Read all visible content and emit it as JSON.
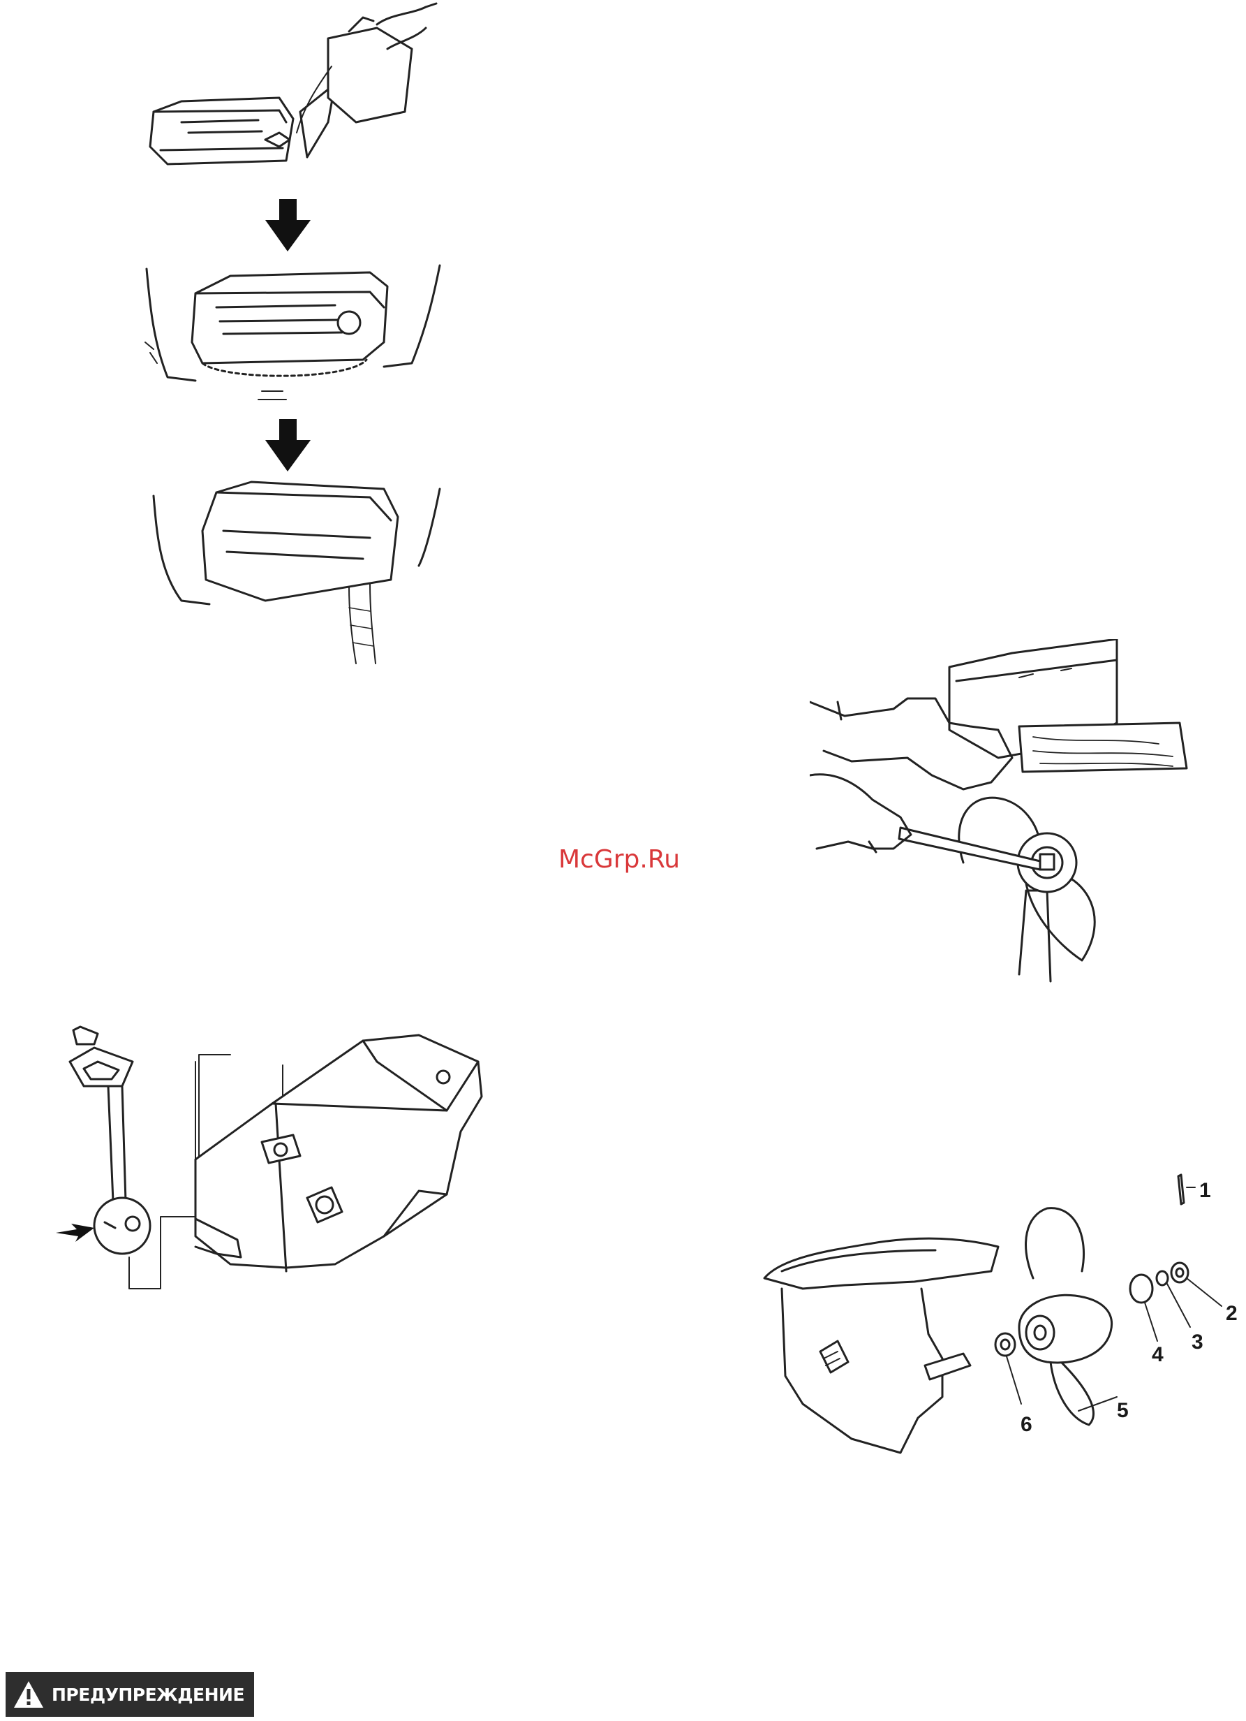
{
  "watermark": {
    "text": "McGrp.Ru"
  },
  "warning": {
    "label": "ПРЕДУПРЕЖДЕНИЕ",
    "icon": "warning-triangle-icon"
  },
  "propeller_callouts": [
    "1",
    "2",
    "3",
    "4",
    "5",
    "6"
  ],
  "figures": [
    {
      "name": "tank-flush-sequence"
    },
    {
      "name": "fuel-gauge-assembly"
    },
    {
      "name": "propeller-wrench-removal"
    },
    {
      "name": "propeller-exploded-view"
    }
  ]
}
